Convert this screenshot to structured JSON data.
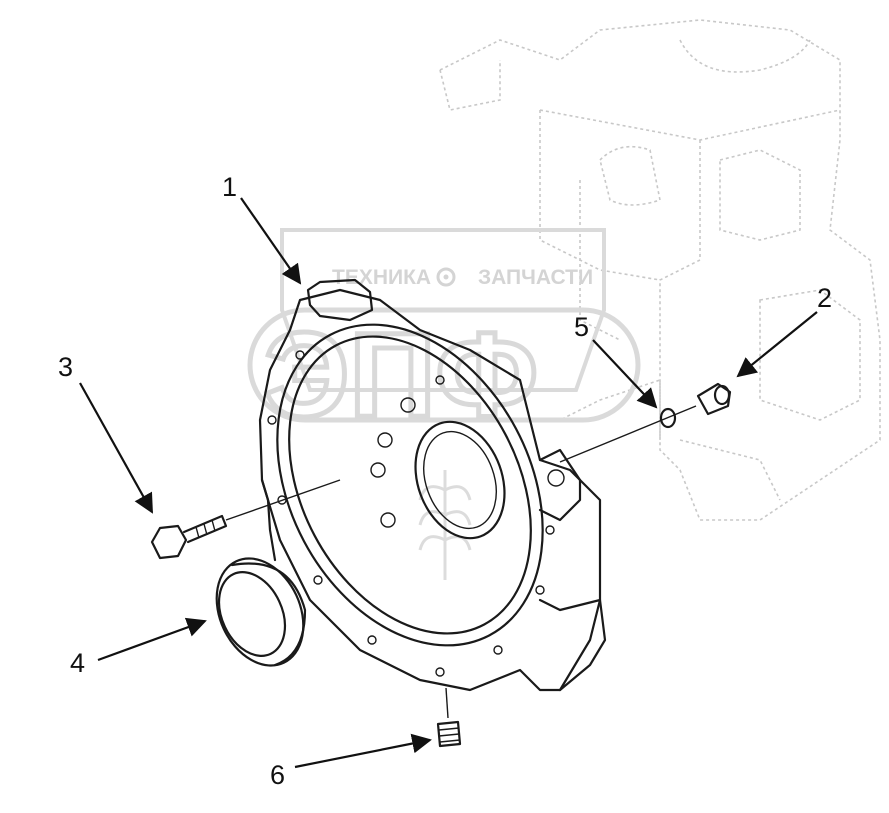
{
  "watermark": {
    "left_word": "ТЕХНИКА",
    "right_word": "ЗАПЧАСТИ",
    "monogram": "ЭПФ"
  },
  "callouts": [
    "1",
    "2",
    "3",
    "4",
    "5",
    "6"
  ]
}
